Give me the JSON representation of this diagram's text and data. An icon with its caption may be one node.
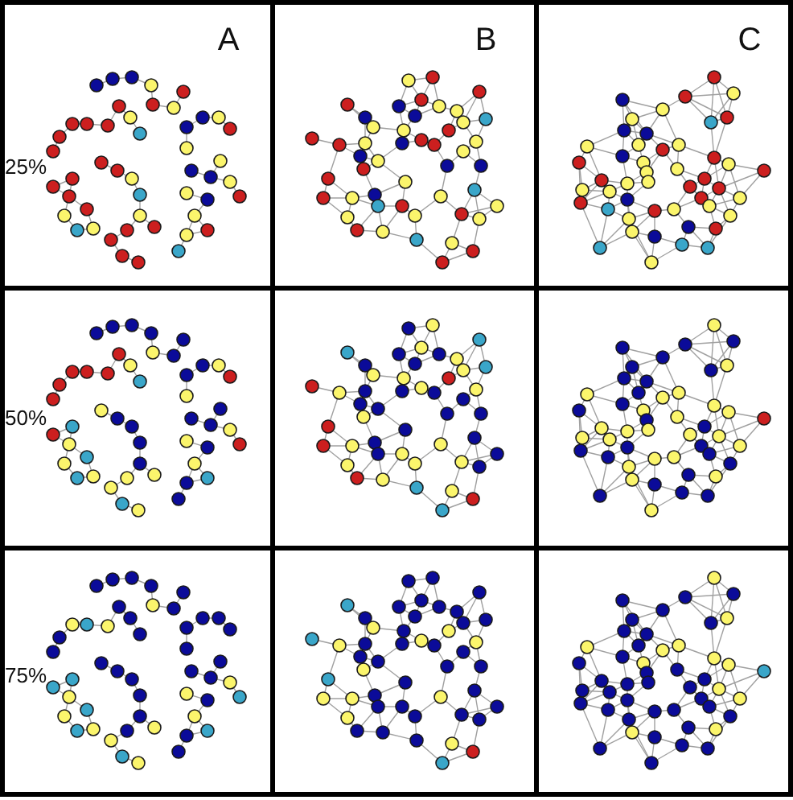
{
  "diagram": {
    "labels": [
      "A",
      "B",
      "C",
      "25%",
      "50%",
      "75%"
    ]
  }
}
